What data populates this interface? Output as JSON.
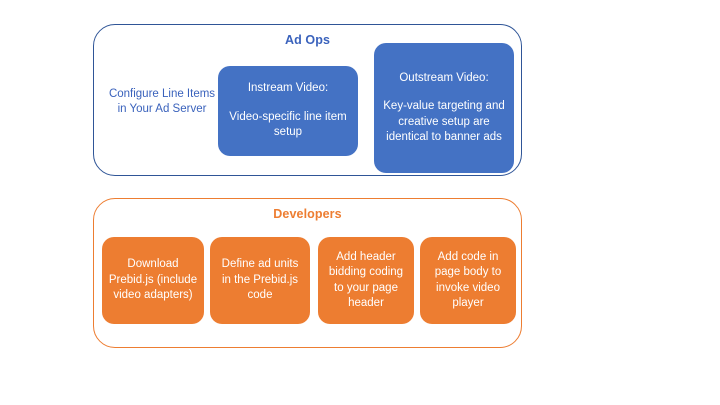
{
  "diagram": {
    "background": "#FFFFFF",
    "groups": [
      {
        "id": "ad-ops",
        "title": "Ad Ops",
        "title_color": "#3A62BC",
        "border_color": "#2F5597",
        "plain_items": [
          {
            "id": "configure-line-items",
            "text": "Configure Line Items in Your Ad Server",
            "color": "#3A62BC"
          }
        ],
        "cards": [
          {
            "id": "instream-video",
            "heading": "Instream Video:",
            "body": "Video-specific line item setup",
            "fill": "#4472C4",
            "text_color": "#FFFFFF"
          },
          {
            "id": "outstream-video",
            "heading": "Outstream Video:",
            "body": "Key-value targeting and creative setup are identical to banner ads",
            "fill": "#4472C4",
            "text_color": "#FFFFFF"
          }
        ]
      },
      {
        "id": "developers",
        "title": "Developers",
        "title_color": "#ED7D31",
        "border_color": "#ED7D31",
        "cards": [
          {
            "id": "download-prebid",
            "body": "Download Prebid.js (include video adapters)",
            "fill": "#ED7D31",
            "text_color": "#FFFFFF"
          },
          {
            "id": "define-ad-units",
            "body": "Define ad units in the Prebid.js code",
            "fill": "#ED7D31",
            "text_color": "#FFFFFF"
          },
          {
            "id": "add-header-bidding",
            "body": "Add header bidding coding to your page header",
            "fill": "#ED7D31",
            "text_color": "#FFFFFF"
          },
          {
            "id": "add-page-body-code",
            "body": "Add code in page body to invoke video player",
            "fill": "#ED7D31",
            "text_color": "#FFFFFF"
          }
        ]
      }
    ]
  }
}
